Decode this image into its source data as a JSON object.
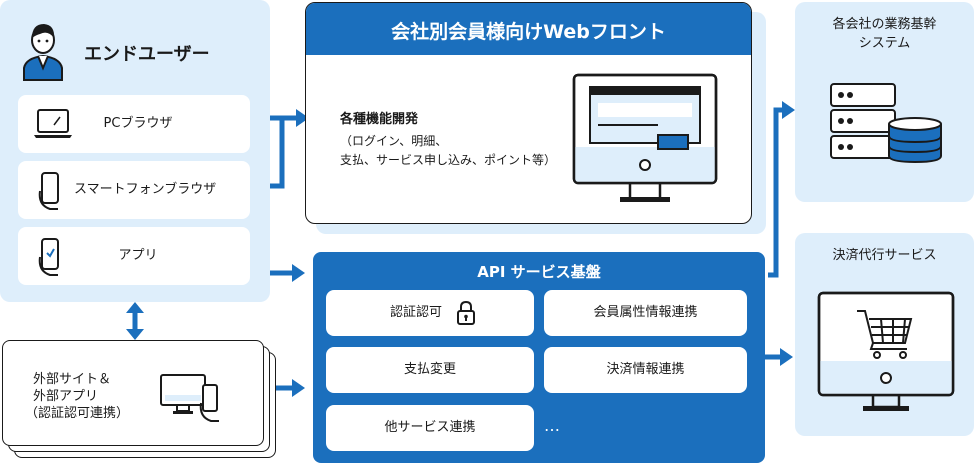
{
  "end_user": {
    "title": "エンドユーザー",
    "items": [
      "PCブラウザ",
      "スマートフォンブラウザ",
      "アプリ"
    ]
  },
  "external": {
    "lines": [
      "外部サイト＆",
      "外部アプリ",
      "（認証認可連携）"
    ]
  },
  "web_front": {
    "title": "会社別会員様向けWebフロント",
    "heading": "各種機能開発",
    "lines": [
      "（ログイン、明細、",
      "支払、サービス申し込み、ポイント等）"
    ]
  },
  "api": {
    "title": "API サービス基盤",
    "items": [
      "認証認可",
      "会員属性情報連携",
      "支払変更",
      "決済情報連携",
      "他サービス連携",
      "…"
    ]
  },
  "backend": {
    "lines": [
      "各会社の業務基幹",
      "システム"
    ]
  },
  "payment": {
    "title": "決済代行サービス"
  },
  "colors": {
    "primary": "#1b6fbd",
    "light": "#deeefb"
  }
}
